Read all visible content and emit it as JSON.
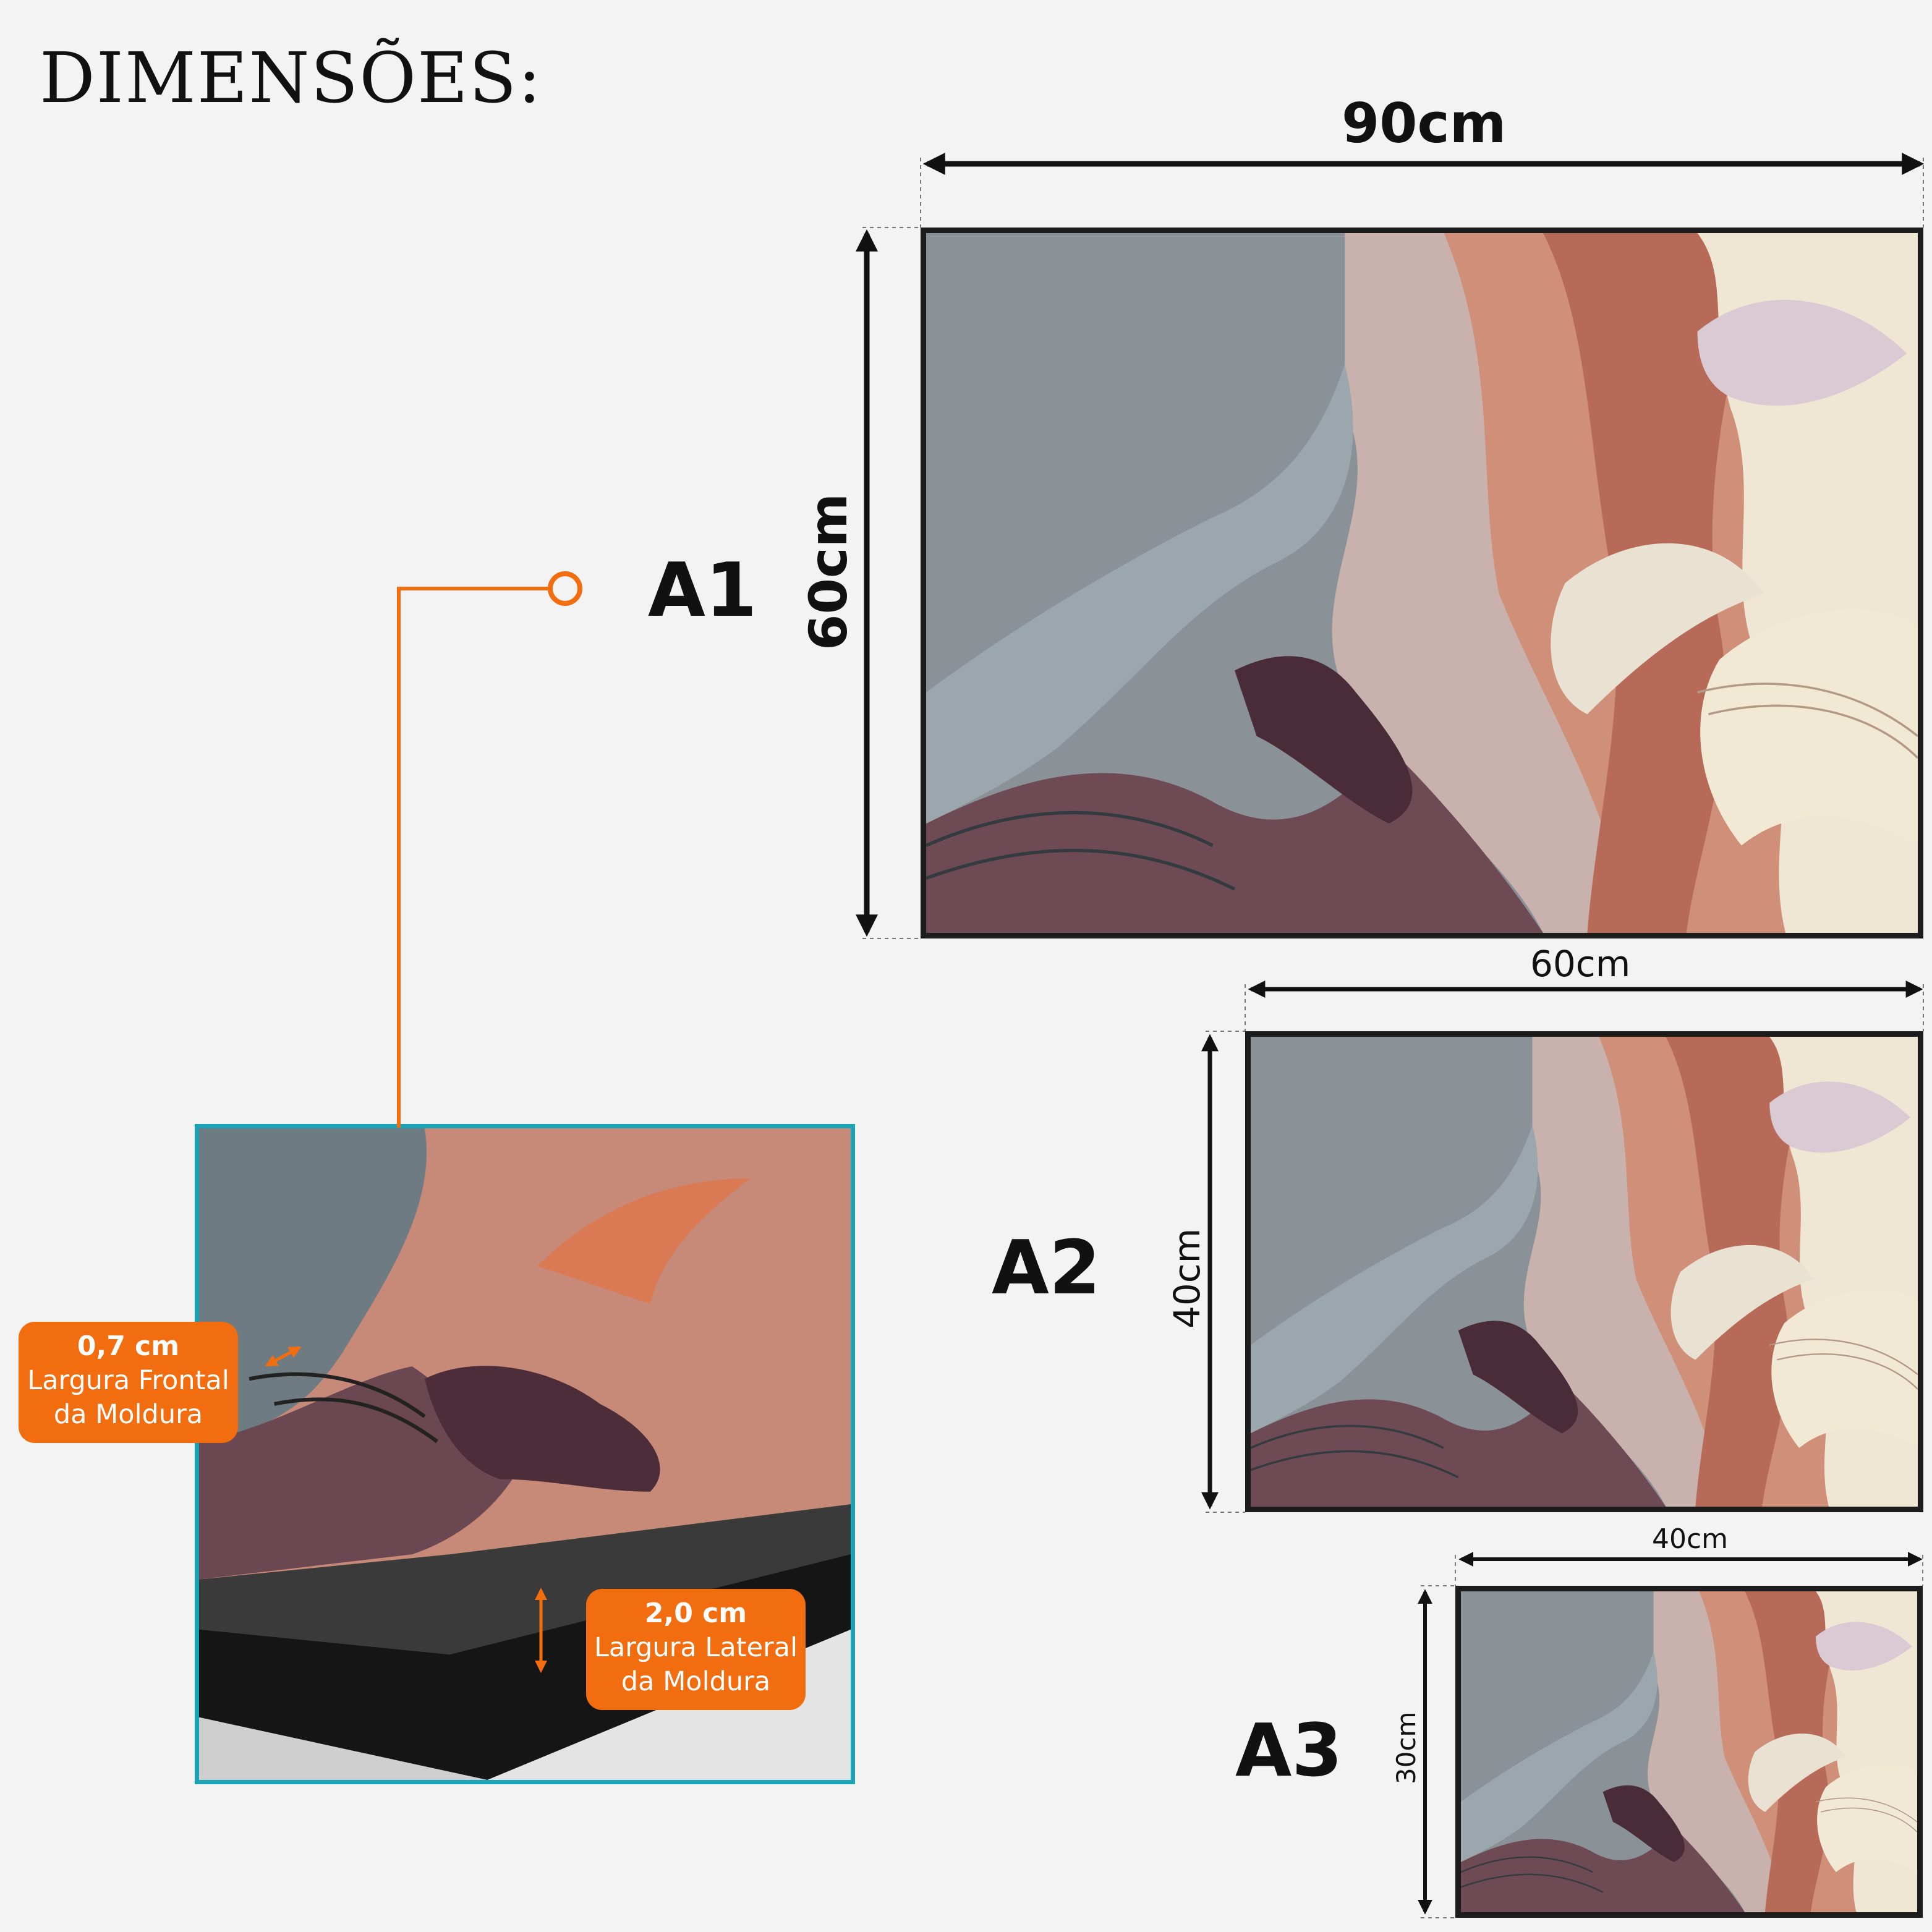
{
  "heading": "DIMENSÕES:",
  "colors": {
    "accent_orange": "#f26d0f",
    "detail_border_teal": "#1ba3b5",
    "frame_black": "#1c1c1c"
  },
  "variants": [
    {
      "code": "A1",
      "width_label": "90cm",
      "height_label": "60cm"
    },
    {
      "code": "A2",
      "width_label": "60cm",
      "height_label": "40cm"
    },
    {
      "code": "A3",
      "width_label": "40cm",
      "height_label": "30cm"
    }
  ],
  "frame_specs": {
    "front": {
      "value": "0,7 cm",
      "line1": "Largura Frontal",
      "line2": "da Moldura"
    },
    "side": {
      "value": "2,0 cm",
      "line1": "Largura Lateral",
      "line2": "da Moldura"
    }
  },
  "icons": [
    "double-arrow-icon",
    "callout-ring-icon"
  ]
}
